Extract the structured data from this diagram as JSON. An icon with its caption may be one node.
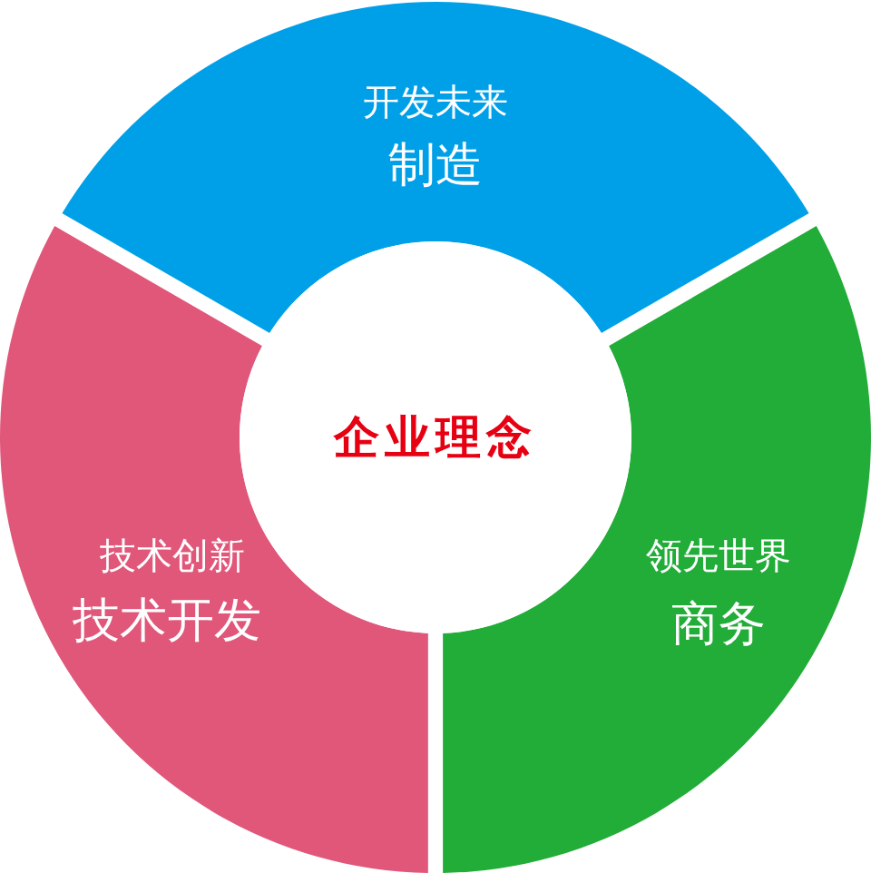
{
  "diagram": {
    "nodes": [
      {
        "text": [
          "开发未来",
          "制造"
        ]
      },
      {
        "text": [
          "领先世界",
          "商务"
        ]
      },
      {
        "text": [
          "技术创新",
          "技术开发"
        ]
      },
      {
        "text": [
          "企业理念"
        ]
      }
    ]
  }
}
